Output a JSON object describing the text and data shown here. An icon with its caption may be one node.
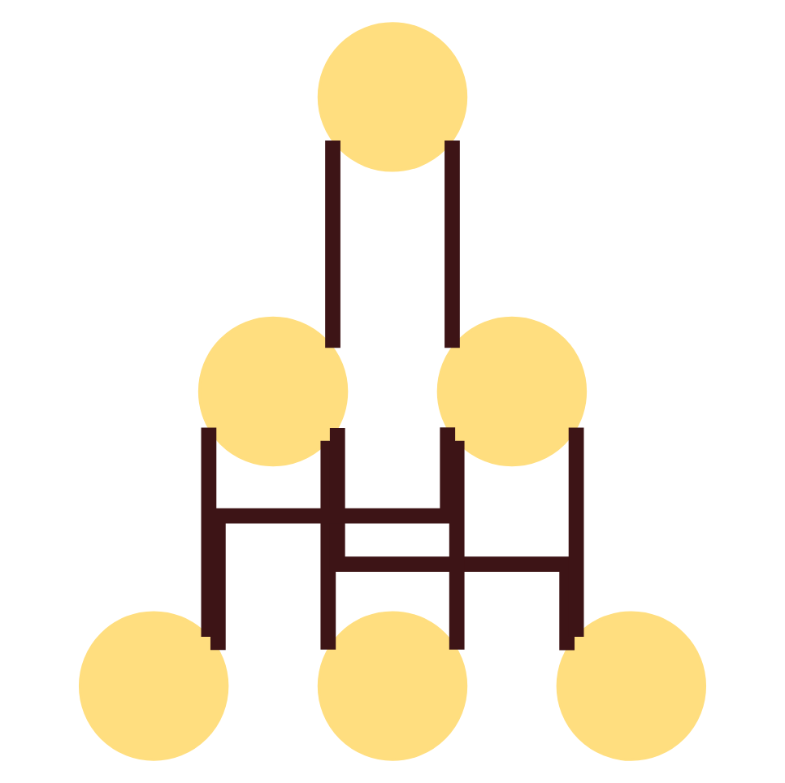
{
  "diagram": {
    "nodes": [
      {
        "text": [],
        "shape": "circle"
      },
      {
        "text": [],
        "shape": "circle"
      },
      {
        "text": [],
        "shape": "circle"
      },
      {
        "text": [],
        "shape": "circle"
      },
      {
        "text": [],
        "shape": "circle"
      },
      {
        "text": [],
        "shape": "circle"
      }
    ],
    "edges": [
      {
        "from": 0,
        "to": 1,
        "arrow": "none"
      },
      {
        "from": 0,
        "to": 2,
        "arrow": "none"
      },
      {
        "from": 1,
        "to": 3,
        "arrow": "none"
      },
      {
        "from": 1,
        "to": 4,
        "arrow": "none"
      },
      {
        "from": 1,
        "to": 5,
        "arrow": "none"
      },
      {
        "from": 2,
        "to": 3,
        "arrow": "none"
      },
      {
        "from": 2,
        "to": 4,
        "arrow": "none"
      },
      {
        "from": 2,
        "to": 5,
        "arrow": "none"
      }
    ]
  }
}
